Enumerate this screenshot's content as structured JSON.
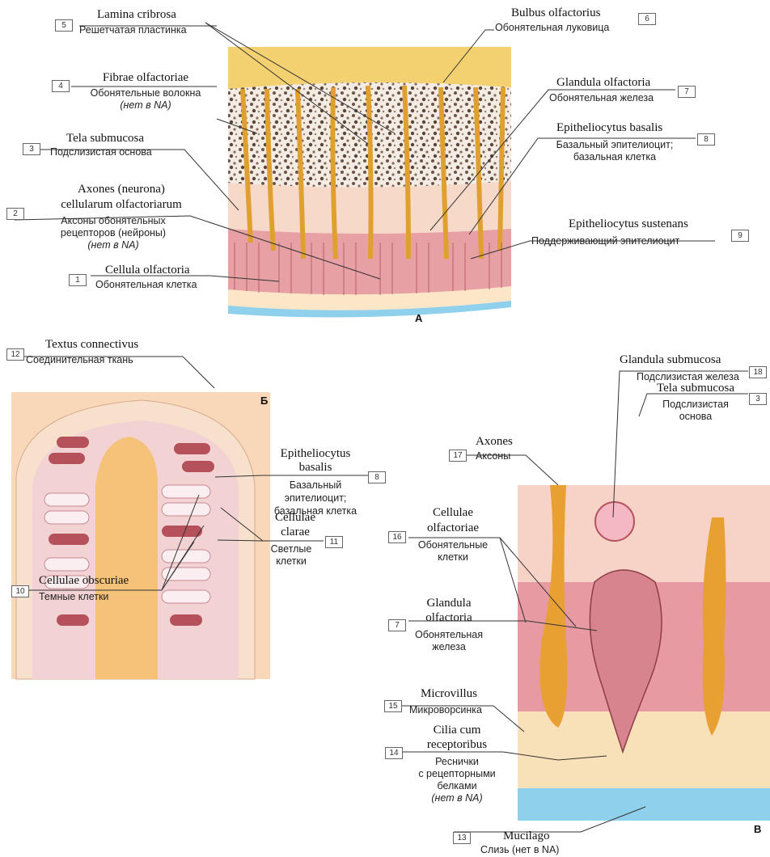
{
  "panels": {
    "a": "А",
    "b": "Б",
    "c": "В"
  },
  "labels": {
    "l1": {
      "num": "1",
      "lat": "Cellula olfactoria",
      "rus": "Обонятельная клетка"
    },
    "l2": {
      "num": "2",
      "lat1": "Axones (neurona)",
      "lat2": "cellularum olfactoriarum",
      "rus1": "Аксоны обонятельных",
      "rus2": "рецепторов (нейроны)",
      "rus3": "(нет в NA)"
    },
    "l3": {
      "num": "3",
      "lat": "Tela submucosa",
      "rus": "Подслизистая основа"
    },
    "l4": {
      "num": "4",
      "lat": "Fibrae olfactoriae",
      "rus1": "Обонятельные волокна",
      "rus2": "(нет в NA)"
    },
    "l5": {
      "num": "5",
      "lat": "Lamina cribrosa",
      "rus": "Решетчатая пластинка"
    },
    "l6": {
      "num": "6",
      "lat": "Bulbus olfactorius",
      "rus": "Обонятельная луковица"
    },
    "l7": {
      "num": "7",
      "lat": "Glandula olfactoria",
      "rus": "Обонятельная железа"
    },
    "l8": {
      "num": "8",
      "lat": "Epitheliocytus basalis",
      "rus1": "Базальный эпителиоцит;",
      "rus2": "базальная клетка"
    },
    "l9": {
      "num": "9",
      "lat": "Epitheliocytus sustenans",
      "rus": "Поддерживающий эпителиоцит"
    },
    "l12": {
      "num": "12",
      "lat": "Textus connectivus",
      "rus": "Соединительная ткань"
    },
    "l8b": {
      "num": "8",
      "lat1": "Epitheliocytus",
      "lat2": "basalis",
      "rus1": "Базальный",
      "rus2": "эпителиоцит;",
      "rus3": "базальная клетка"
    },
    "l11": {
      "num": "11",
      "lat1": "Cellulae",
      "lat2": "clarae",
      "rus1": "Светлые",
      "rus2": "клетки"
    },
    "l10": {
      "num": "10",
      "lat": "Cellulae obscuriae",
      "rus": "Темные клетки"
    },
    "l18": {
      "num": "18",
      "lat": "Glandula submucosa",
      "rus": "Подслизистая железа"
    },
    "l3b": {
      "num": "3",
      "lat": "Tela submucosa",
      "rus1": "Подслизистая",
      "rus2": "основа"
    },
    "l17": {
      "num": "17",
      "lat": "Axones",
      "rus": "Аксоны"
    },
    "l16": {
      "num": "16",
      "lat1": "Cellulae",
      "lat2": "olfactoriae",
      "rus1": "Обонятельные",
      "rus2": "клетки"
    },
    "l7b": {
      "num": "7",
      "lat1": "Glandula",
      "lat2": "olfactoria",
      "rus1": "Обонятельная",
      "rus2": "железа"
    },
    "l15": {
      "num": "15",
      "lat": "Microvillus",
      "rus": "Микроворсинка"
    },
    "l14": {
      "num": "14",
      "lat1": "Cilia cum",
      "lat2": "receptoribus",
      "rus1": "Реснички",
      "rus2": "с рецепторными",
      "rus3": "белками",
      "rus4": "(нет в NA)"
    },
    "l13": {
      "num": "13",
      "lat": "Mucilago",
      "rus": "Слизь (нет в NA)"
    }
  },
  "colors": {
    "submucosa": "#f6d9c8",
    "epithelium": "#e7a0a4",
    "axon": "#e8b040",
    "bulbus": "#f3d070",
    "mucus": "#8fd0ec",
    "dark_cell": "#b5515a",
    "light_cell": "#f6e3e6"
  }
}
